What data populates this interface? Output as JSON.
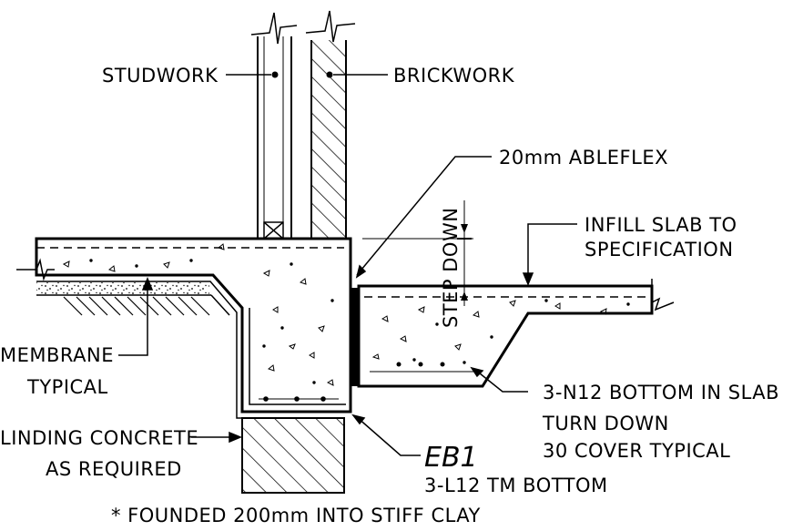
{
  "labels": {
    "studwork": "STUDWORK",
    "brickwork": "BRICKWORK",
    "ableflex": "20mm ABLEFLEX",
    "step_down": "STEP DOWN",
    "infill_line1": "INFILL SLAB TO",
    "infill_line2": "SPECIFICATION",
    "membrane_line1": "MEMBRANE",
    "membrane_line2": "TYPICAL",
    "blinding_line1": "LINDING CONCRETE",
    "blinding_line2": "AS REQUIRED",
    "bars_line1": "3-N12 BOTTOM IN SLAB",
    "bars_line2": "TURN DOWN",
    "bars_line3": "30 COVER TYPICAL",
    "beam_mark": "EB1",
    "beam_bars": "3-L12 TM BOTTOM",
    "founding_note": "* FOUNDED 200mm INTO STIFF CLAY"
  },
  "colors": {
    "ink": "#000000",
    "paper": "#ffffff"
  }
}
